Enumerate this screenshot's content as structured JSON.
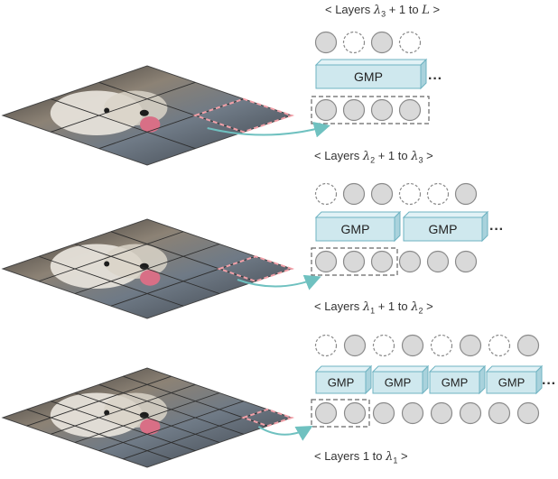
{
  "labels": {
    "top": {
      "pre": "< Layers ",
      "sym": "λ",
      "sub": "3",
      "mid": " + 1 to ",
      "end": "L",
      "post": " >"
    },
    "second": {
      "pre": "< Layers ",
      "sym": "λ",
      "sub": "2",
      "mid": " + 1 to ",
      "sym2": "λ",
      "sub2": "3",
      "post": " >"
    },
    "third": {
      "pre": "< Layers ",
      "sym": "λ",
      "sub": "1",
      "mid": " + 1 to ",
      "sym2": "λ",
      "sub2": "2",
      "post": " >"
    },
    "bottom": {
      "pre": "< Layers 1 to ",
      "sym": "λ",
      "sub": "1",
      "post": " >"
    }
  },
  "gmp_label": "GMP",
  "ellipsis": "···",
  "colors": {
    "gmp_fill": "#cfe8ee",
    "gmp_top": "#e2f2f6",
    "gmp_side": "#a9d2dc",
    "gmp_stroke": "#6fb3c2",
    "node_fill": "#d9d9d9",
    "node_stroke": "#8a8a8a",
    "arrow": "#6fc1c0",
    "patch": "#f2a0a8",
    "select_box": "#666666"
  }
}
